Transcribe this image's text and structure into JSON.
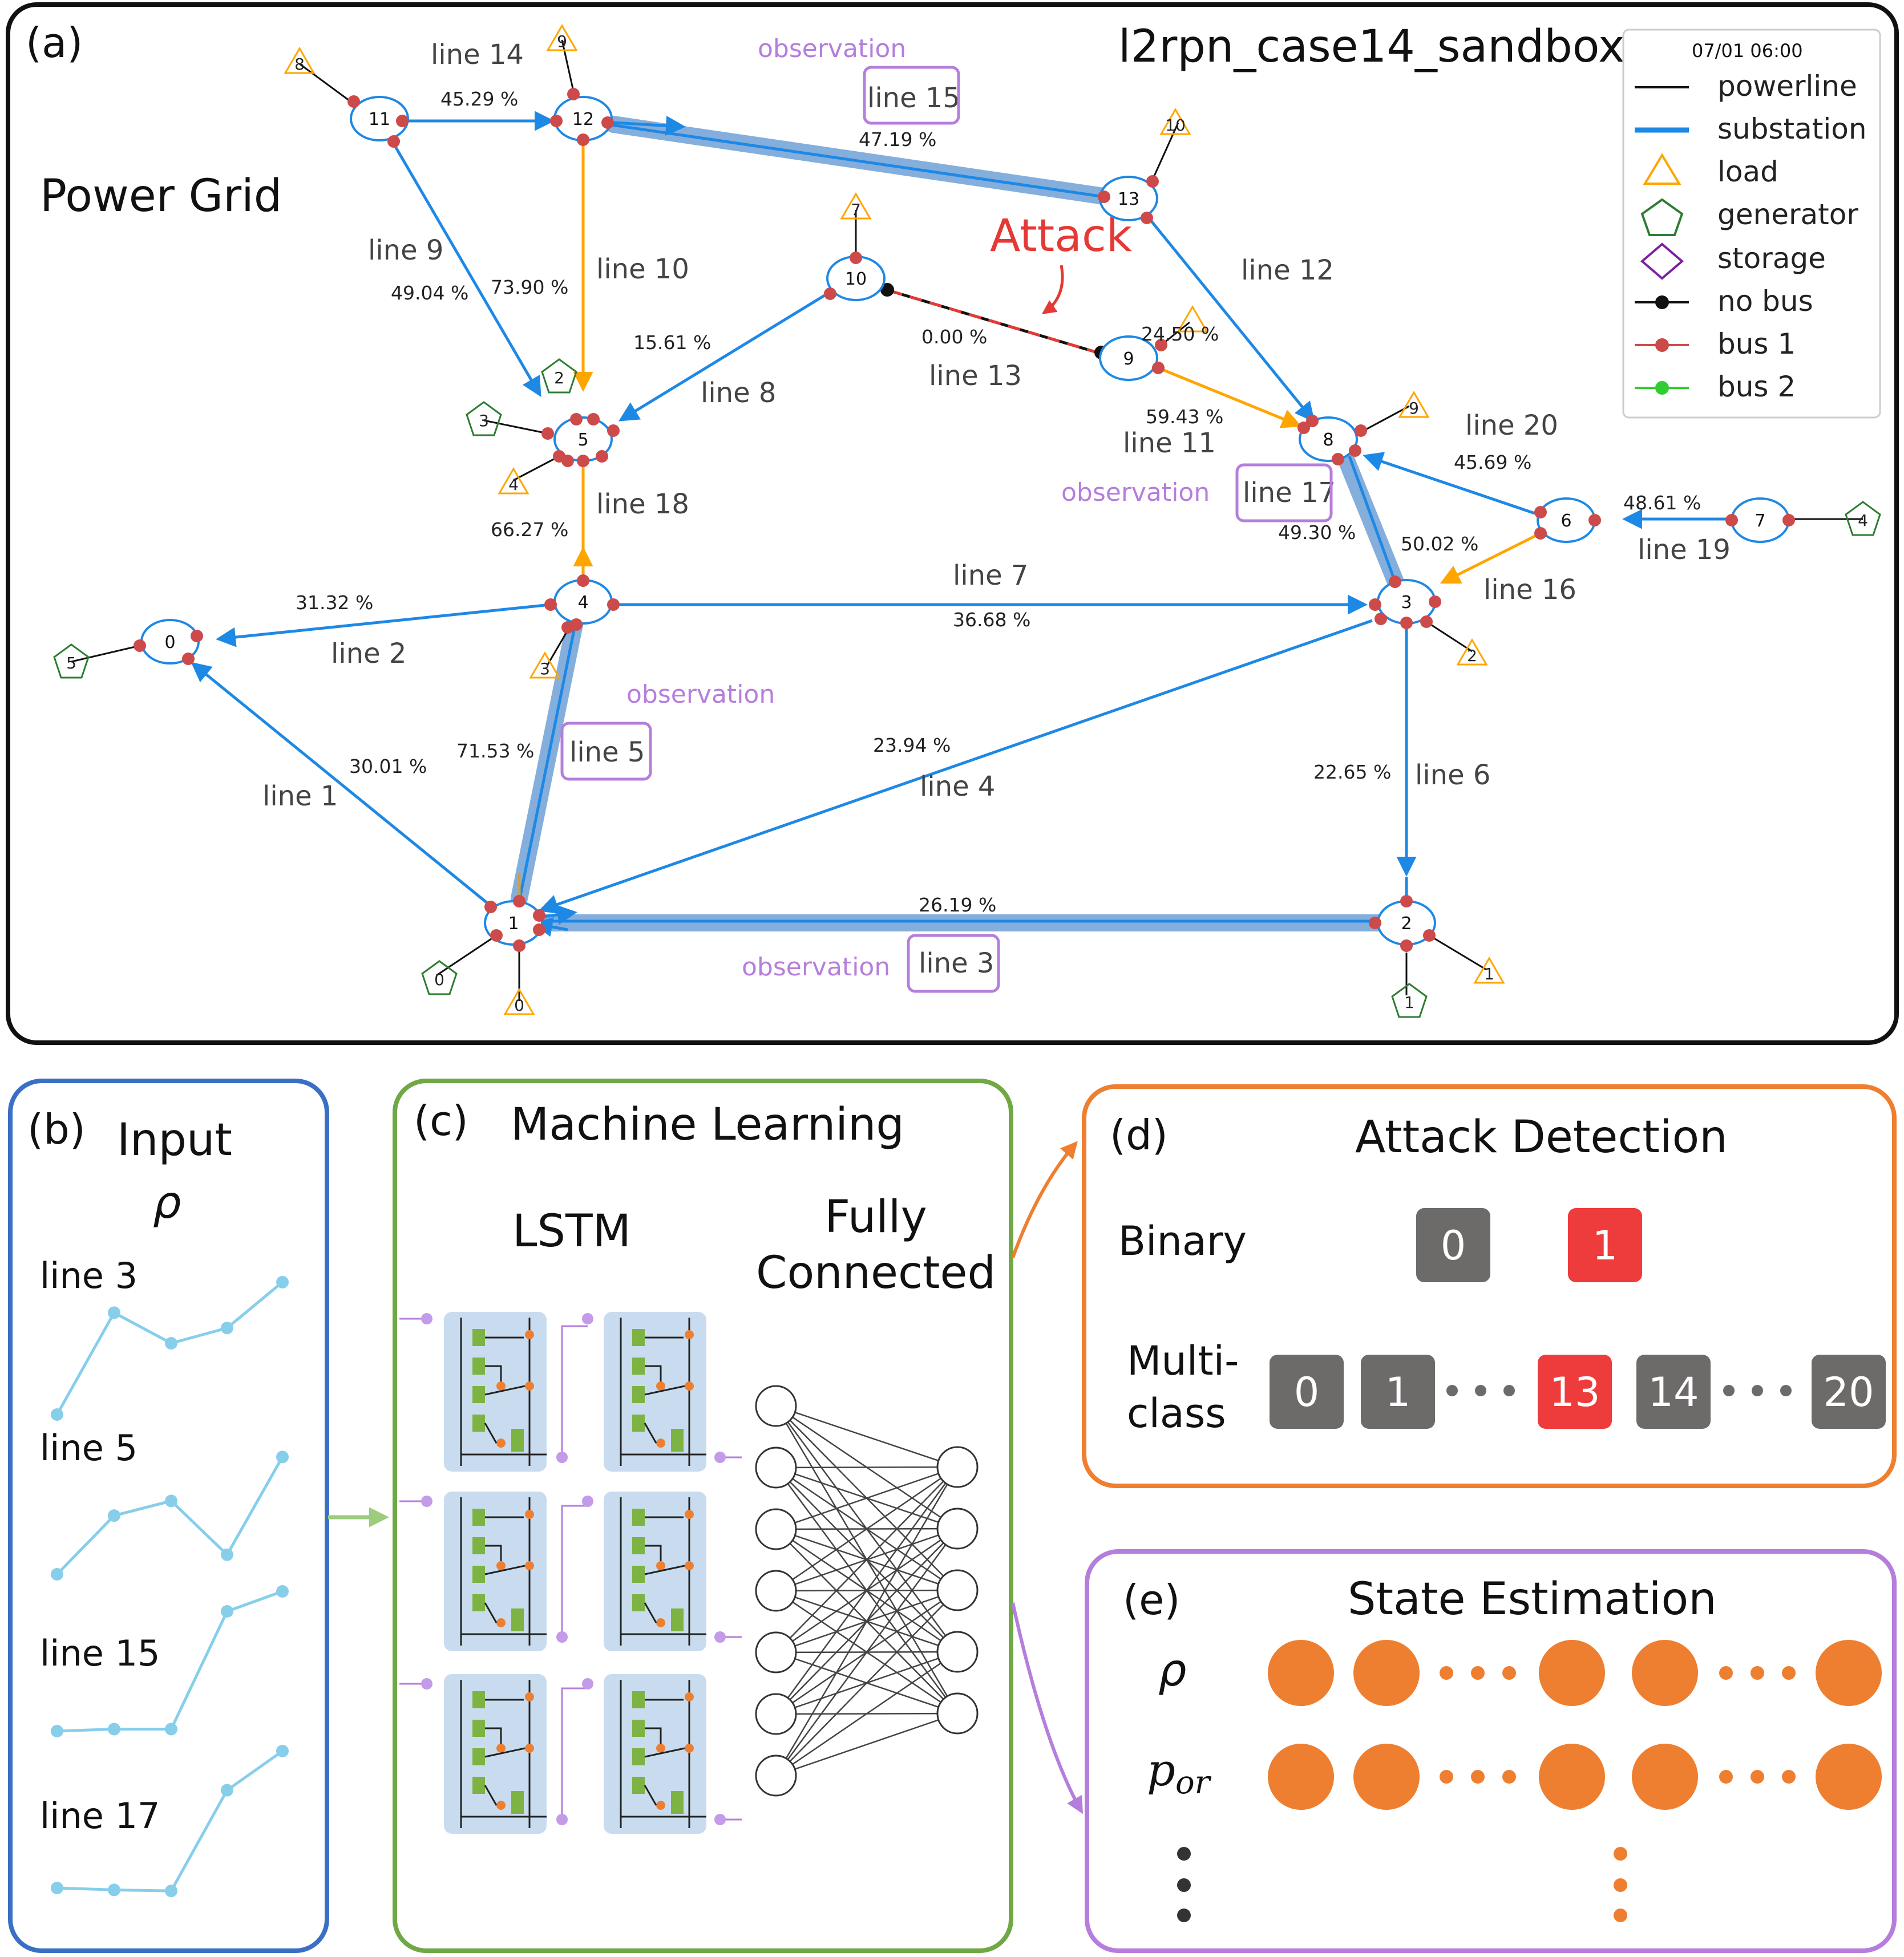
{
  "panel_a": {
    "letter": "(a)",
    "title": "l2rpn_case14_sandbox",
    "subtitle": "Power Grid",
    "attack_label": "Attack",
    "observation_label": "observation",
    "legend": {
      "timestamp": "07/01 06:00",
      "items": [
        "powerline",
        "substation",
        "load",
        "generator",
        "storage",
        "no bus",
        "bus 1",
        "bus 2"
      ]
    },
    "substations": [
      "0",
      "1",
      "2",
      "3",
      "4",
      "5",
      "6",
      "7",
      "8",
      "9",
      "10",
      "11",
      "12",
      "13"
    ],
    "loads": [
      "0",
      "1",
      "2",
      "3",
      "4",
      "6",
      "7",
      "8",
      "9",
      "10"
    ],
    "generators": [
      "0",
      "1",
      "2",
      "3",
      "4",
      "5"
    ],
    "line_labels": [
      "line 1",
      "line 2",
      "line 3",
      "line 4",
      "line 5",
      "line 6",
      "line 7",
      "line 8",
      "line 9",
      "line 10",
      "line 11",
      "line 12",
      "line 13",
      "line 14",
      "line 15",
      "line 16",
      "line 17",
      "line 18",
      "line 19",
      "line 20"
    ],
    "loadings": [
      "45.29 %",
      "47.19 %",
      "49.04 %",
      "73.90 %",
      "15.61 %",
      "0.00 %",
      "24.50 %",
      "59.43 %",
      "45.69 %",
      "48.61 %",
      "49.30 %",
      "50.02 %",
      "66.27 %",
      "31.32 %",
      "36.68 %",
      "30.01 %",
      "71.53 %",
      "23.94 %",
      "22.65 %",
      "26.19 %"
    ]
  },
  "panel_b": {
    "letter": "(b)",
    "title": "Input",
    "symbol": "ρ",
    "series": [
      {
        "name": "line 3",
        "values": [
          0.0,
          1.0,
          0.7,
          0.85,
          1.3
        ]
      },
      {
        "name": "line 5",
        "values": [
          0.0,
          0.6,
          0.75,
          0.2,
          1.2
        ]
      },
      {
        "name": "line 15",
        "values": [
          0.0,
          0.02,
          0.02,
          1.2,
          1.4
        ]
      },
      {
        "name": "line 17",
        "values": [
          0.0,
          -0.02,
          -0.03,
          1.0,
          1.4
        ]
      }
    ]
  },
  "panel_c": {
    "letter": "(c)",
    "title": "Machine Learning",
    "lstm": "LSTM",
    "fc_line1": "Fully",
    "fc_line2": "Connected"
  },
  "panel_d": {
    "letter": "(d)",
    "title": "Attack Detection",
    "binary_label": "Binary",
    "multi_label_1": "Multi-",
    "multi_label_2": "class",
    "binary_values": [
      "0",
      "1"
    ],
    "multi_values": [
      "0",
      "1",
      "13",
      "14",
      "20"
    ],
    "highlight_color": "#ee3b3b",
    "neutral_color": "#6d6a6a"
  },
  "panel_e": {
    "letter": "(e)",
    "title": "State Estimation",
    "row1": "ρ",
    "row2_base": "p",
    "row2_sub": "or",
    "node_color": "#ee7f30"
  }
}
